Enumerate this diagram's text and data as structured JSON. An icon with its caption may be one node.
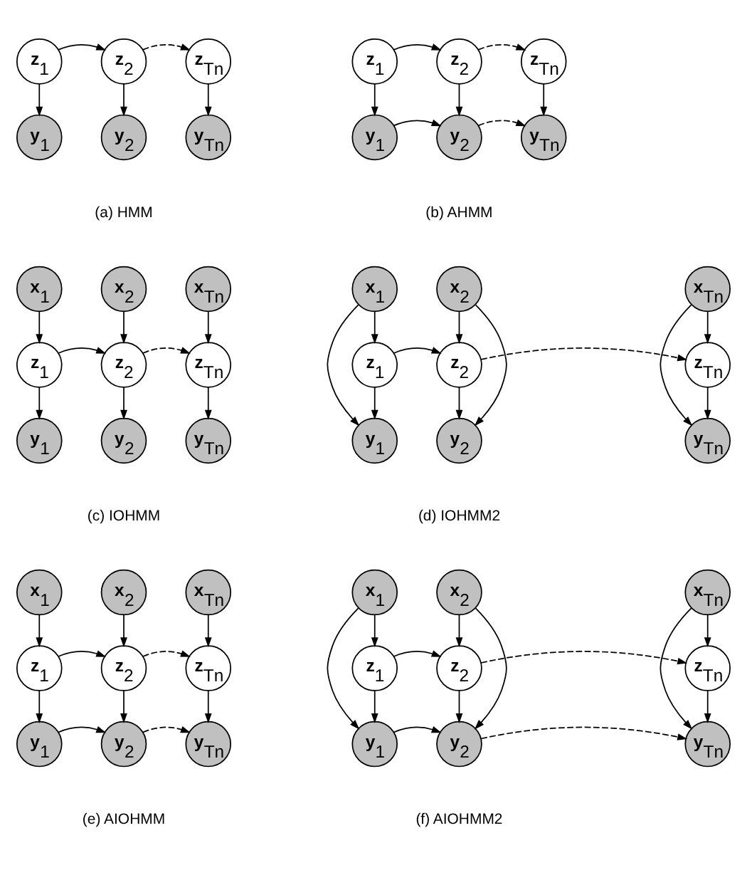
{
  "diagram": {
    "nodes": [
      {
        "text": [
          "**z**$_{1}$"
        ]
      },
      {
        "text": [
          "**z**$_{2}$"
        ]
      },
      {
        "text": [
          "**z**$_{Tn}$"
        ]
      },
      {
        "text": [
          "**y**$_{1}$"
        ]
      },
      {
        "text": [
          "**y**$_{2}$"
        ]
      },
      {
        "text": [
          "**y**$_{Tn}$"
        ]
      },
      {
        "text": [
          "**z**$_{1}$"
        ]
      },
      {
        "text": [
          "**z**$_{2}$"
        ]
      },
      {
        "text": [
          "**z**$_{Tn}$"
        ]
      },
      {
        "text": [
          "**y**$_{1}$"
        ]
      },
      {
        "text": [
          "**y**$_{2}$"
        ]
      },
      {
        "text": [
          "**y**$_{Tn}$"
        ]
      },
      {
        "text": [
          "**x**$_{1}$"
        ]
      },
      {
        "text": [
          "**x**$_{2}$"
        ]
      },
      {
        "text": [
          "**x**$_{Tn}$"
        ]
      },
      {
        "text": [
          "**z**$_{1}$"
        ]
      },
      {
        "text": [
          "**z**$_{2}$"
        ]
      },
      {
        "text": [
          "**z**$_{Tn}$"
        ]
      },
      {
        "text": [
          "**y**$_{1}$"
        ]
      },
      {
        "text": [
          "**y**$_{2}$"
        ]
      },
      {
        "text": [
          "**y**$_{Tn}$"
        ]
      },
      {
        "text": [
          "**x**$_{1}$"
        ]
      },
      {
        "text": [
          "**x**$_{2}$"
        ]
      },
      {
        "text": [
          "**x**$_{Tn}$"
        ]
      },
      {
        "text": [
          "**z**$_{1}$"
        ]
      },
      {
        "text": [
          "**z**$_{2}$"
        ]
      },
      {
        "text": [
          "**z**$_{Tn}$"
        ]
      },
      {
        "text": [
          "**y**$_{1}$"
        ]
      },
      {
        "text": [
          "**y**$_{2}$"
        ]
      },
      {
        "text": [
          "**y**$_{Tn}$"
        ]
      },
      {
        "text": [
          "**x**$_{1}$"
        ]
      },
      {
        "text": [
          "**x**$_{2}$"
        ]
      },
      {
        "text": [
          "**x**$_{Tn}$"
        ]
      },
      {
        "text": [
          "**z**$_{1}$"
        ]
      },
      {
        "text": [
          "**z**$_{2}$"
        ]
      },
      {
        "text": [
          "**z**$_{Tn}$"
        ]
      },
      {
        "text": [
          "**y**$_{1}$"
        ]
      },
      {
        "text": [
          "**y**$_{2}$"
        ]
      },
      {
        "text": [
          "**y**$_{Tn}$"
        ]
      },
      {
        "text": [
          "**x**$_{1}$"
        ]
      },
      {
        "text": [
          "**x**$_{2}$"
        ]
      },
      {
        "text": [
          "**x**$_{Tn}$"
        ]
      },
      {
        "text": [
          "**z**$_{1}$"
        ]
      },
      {
        "text": [
          "**z**$_{2}$"
        ]
      },
      {
        "text": [
          "**z**$_{Tn}$"
        ]
      },
      {
        "text": [
          "**y**$_{1}$"
        ]
      },
      {
        "text": [
          "**y**$_{2}$"
        ]
      },
      {
        "text": [
          "**y**$_{Tn}$"
        ]
      }
    ],
    "edges": [
      {
        "from": 0,
        "to": 1,
        "arrow": "to"
      },
      {
        "from": 1,
        "to": 2,
        "arrow": "to",
        "style": "dashed"
      },
      {
        "from": 0,
        "to": 3,
        "arrow": "to"
      },
      {
        "from": 1,
        "to": 4,
        "arrow": "to"
      },
      {
        "from": 2,
        "to": 5,
        "arrow": "to"
      },
      {
        "from": 6,
        "to": 7,
        "arrow": "to"
      },
      {
        "from": 7,
        "to": 8,
        "arrow": "to",
        "style": "dashed"
      },
      {
        "from": 6,
        "to": 9,
        "arrow": "to"
      },
      {
        "from": 7,
        "to": 10,
        "arrow": "to"
      },
      {
        "from": 8,
        "to": 11,
        "arrow": "to"
      },
      {
        "from": 9,
        "to": 10,
        "arrow": "to"
      },
      {
        "from": 10,
        "to": 11,
        "arrow": "to",
        "style": "dashed"
      },
      {
        "from": 12,
        "to": 15,
        "arrow": "to"
      },
      {
        "from": 13,
        "to": 16,
        "arrow": "to"
      },
      {
        "from": 14,
        "to": 17,
        "arrow": "to"
      },
      {
        "from": 15,
        "to": 16,
        "arrow": "to"
      },
      {
        "from": 16,
        "to": 17,
        "arrow": "to",
        "style": "dashed"
      },
      {
        "from": 15,
        "to": 18,
        "arrow": "to"
      },
      {
        "from": 16,
        "to": 19,
        "arrow": "to"
      },
      {
        "from": 17,
        "to": 20,
        "arrow": "to"
      },
      {
        "from": 21,
        "to": 24,
        "arrow": "to"
      },
      {
        "from": 22,
        "to": 25,
        "arrow": "to"
      },
      {
        "from": 23,
        "to": 26,
        "arrow": "to"
      },
      {
        "from": 21,
        "to": 27,
        "arrow": "to"
      },
      {
        "from": 22,
        "to": 28,
        "arrow": "to"
      },
      {
        "from": 23,
        "to": 29,
        "arrow": "to"
      },
      {
        "from": 24,
        "to": 25,
        "arrow": "to"
      },
      {
        "from": 25,
        "to": 26,
        "arrow": "to",
        "style": "dashed"
      },
      {
        "from": 24,
        "to": 27,
        "arrow": "to"
      },
      {
        "from": 25,
        "to": 28,
        "arrow": "to"
      },
      {
        "from": 26,
        "to": 29,
        "arrow": "to"
      },
      {
        "from": 30,
        "to": 33,
        "arrow": "to"
      },
      {
        "from": 31,
        "to": 34,
        "arrow": "to"
      },
      {
        "from": 32,
        "to": 35,
        "arrow": "to"
      },
      {
        "from": 33,
        "to": 34,
        "arrow": "to"
      },
      {
        "from": 34,
        "to": 35,
        "arrow": "to",
        "style": "dashed"
      },
      {
        "from": 33,
        "to": 36,
        "arrow": "to"
      },
      {
        "from": 34,
        "to": 37,
        "arrow": "to"
      },
      {
        "from": 35,
        "to": 38,
        "arrow": "to"
      },
      {
        "from": 36,
        "to": 37,
        "arrow": "to"
      },
      {
        "from": 37,
        "to": 38,
        "arrow": "to",
        "style": "dashed"
      },
      {
        "from": 39,
        "to": 42,
        "arrow": "to"
      },
      {
        "from": 40,
        "to": 43,
        "arrow": "to"
      },
      {
        "from": 41,
        "to": 44,
        "arrow": "to"
      },
      {
        "from": 39,
        "to": 45,
        "arrow": "to"
      },
      {
        "from": 40,
        "to": 46,
        "arrow": "to"
      },
      {
        "from": 41,
        "to": 47,
        "arrow": "to"
      },
      {
        "from": 42,
        "to": 43,
        "arrow": "to"
      },
      {
        "from": 43,
        "to": 44,
        "arrow": "to",
        "style": "dashed"
      },
      {
        "from": 42,
        "to": 45,
        "arrow": "to"
      },
      {
        "from": 43,
        "to": 46,
        "arrow": "to"
      },
      {
        "from": 44,
        "to": 47,
        "arrow": "to"
      },
      {
        "from": 45,
        "to": 46,
        "arrow": "to"
      },
      {
        "from": 46,
        "to": 47,
        "arrow": "to",
        "style": "dashed"
      }
    ],
    "labels": [
      "(a) HMM",
      "(b) AHMM",
      "(c) IOHMM",
      "(d) IOHMM2",
      "(e) AIOHMM",
      "(f) AIOHMM2"
    ]
  }
}
